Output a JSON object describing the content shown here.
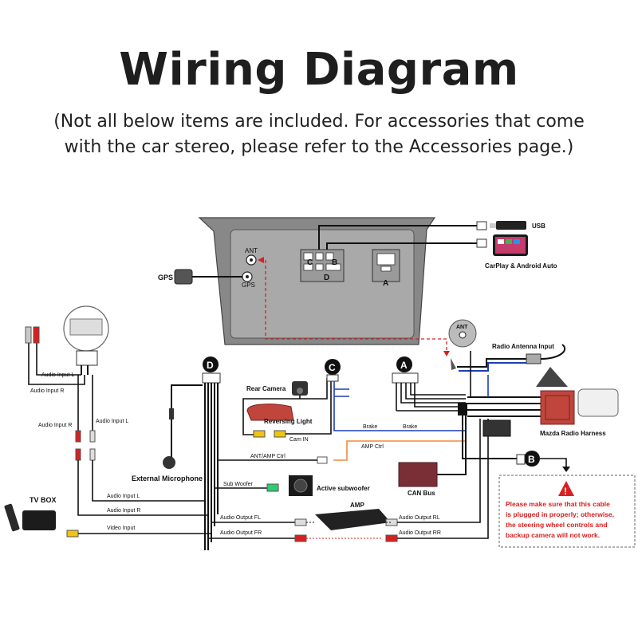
{
  "title": "Wiring Diagram",
  "subtitle_line1": "(Not all below items are included. For accessories that come",
  "subtitle_line2": "with the car stereo, please refer to the Accessories page.)",
  "head_unit": {
    "ant": "ANT",
    "gps": "GPS",
    "port_c": "C",
    "port_b": "B",
    "port_d": "D",
    "port_a": "A"
  },
  "markers": {
    "a": "A",
    "b": "B",
    "c": "C",
    "d": "D"
  },
  "devices": {
    "gps": "GPS",
    "usb": "USB",
    "carplay": "CarPlay & Android Auto",
    "radio_antenna_input": "Radio Antenna Input",
    "ant_badge": "ANT",
    "mazda_harness": "Mazda Radio Harness",
    "rear_camera": "Rear Camera",
    "reversing_light": "Reversing Light",
    "external_microphone": "External Microphone",
    "active_subwoofer": "Active subwoofer",
    "amp": "AMP",
    "can_bus": "CAN Bus",
    "tv_box": "TV BOX"
  },
  "wires": {
    "audio_input_l_top": "Audio Input L",
    "audio_input_r_top": "Audio Input R",
    "audio_input_r_mid": "Audio Input R",
    "audio_input_l_mid": "Audio Input L",
    "audio_input_l_long": "Audio Input L",
    "audio_input_r_long": "Audio Input R",
    "video_input": "Video Input",
    "cam_in": "Cam IN",
    "brake_c": "Brake",
    "brake_a": "Brake",
    "amp_ctrl": "AMP Ctrl",
    "ant_amp_ctrl": "ANT/AMP Ctrl",
    "sub_woofer": "Sub Woofer",
    "audio_output_fl": "Audio Output FL",
    "audio_output_fr": "Audio Output FR",
    "audio_output_rl": "Audio Output RL",
    "audio_output_rr": "Audio Output RR"
  },
  "warning": {
    "line1": "Please make sure that this cable",
    "line2": "is plugged in properly; otherwise,",
    "line3": "the steering wheel controls and",
    "line4": "backup camera will not work.",
    "icon_glyph": "!"
  },
  "colors": {
    "wire_black": "#1a1a1a",
    "wire_blue": "#1a3fb5",
    "wire_orange": "#f08a3c",
    "wire_red_dashed": "#d92020",
    "warning_red": "#d92020",
    "head_unit_gray": "#8c8c8c",
    "can_bus_maroon": "#7a2f36",
    "harness_red": "#c0463c"
  }
}
